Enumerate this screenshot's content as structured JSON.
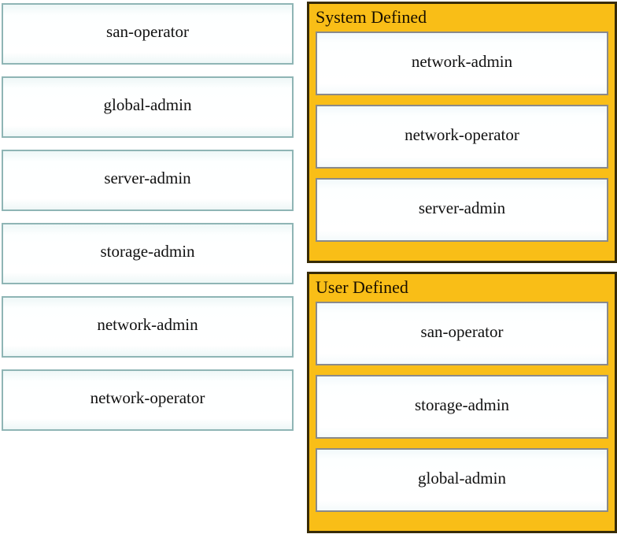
{
  "source": {
    "items": [
      "san-operator",
      "global-admin",
      "server-admin",
      "storage-admin",
      "network-admin",
      "network-operator"
    ]
  },
  "targets": [
    {
      "title": "System Defined",
      "items": [
        "network-admin",
        "network-operator",
        "server-admin"
      ]
    },
    {
      "title": "User Defined",
      "items": [
        "san-operator",
        "storage-admin",
        "global-admin"
      ]
    }
  ],
  "colors": {
    "panel_bg": "#F9BE17",
    "panel_border": "#372B06",
    "target_border": "#8A8A8A",
    "source_border": "#8FB5B5",
    "text": "#111111"
  }
}
